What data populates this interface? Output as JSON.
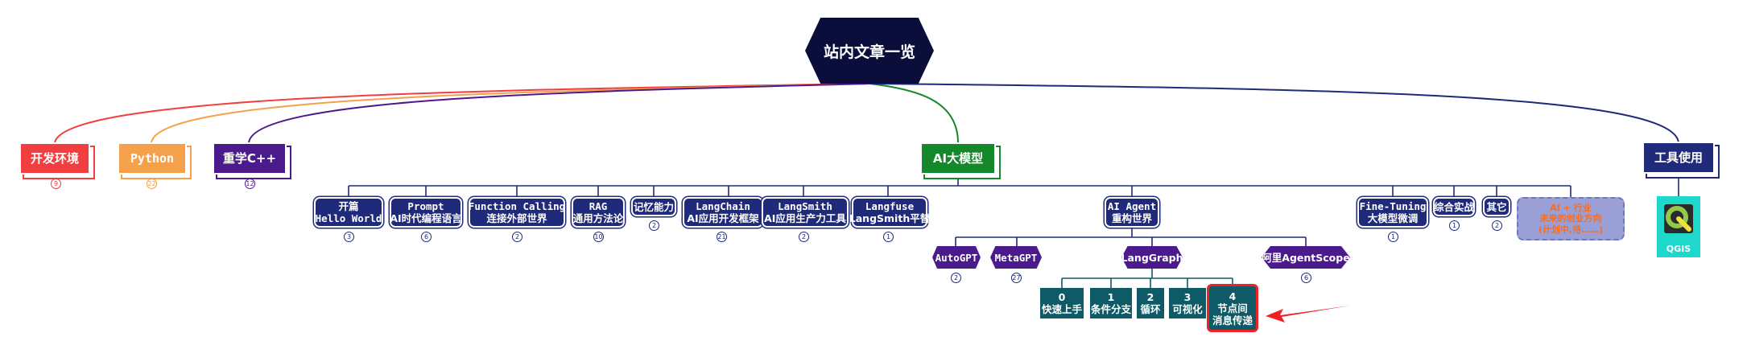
{
  "root": {
    "label": "站内文章一览"
  },
  "categories": {
    "dev_env": {
      "label": "开发环境",
      "count": "9",
      "color": "#f13f3f"
    },
    "python": {
      "label": "Python",
      "count": "22",
      "color": "#f5a04a"
    },
    "cpp": {
      "label": "重学C++",
      "count": "12",
      "color": "#4b1a8c"
    },
    "ai": {
      "label": "AI大模型",
      "color": "#14882b"
    },
    "tools": {
      "label": "工具使用",
      "color": "#1f2a7a"
    }
  },
  "ai_topics": [
    {
      "l1": "开篇",
      "l2": "Hello World",
      "count": "3"
    },
    {
      "l1": "Prompt",
      "l2": "AI时代编程语言",
      "count": "6"
    },
    {
      "l1": "Function Calling",
      "l2": "连接外部世界",
      "count": "2"
    },
    {
      "l1": "RAG",
      "l2": "通用方法论",
      "count": "10"
    },
    {
      "l1": "记忆能力",
      "l2": "",
      "count": "2"
    },
    {
      "l1": "LangChain",
      "l2": "AI应用开发框架",
      "count": "21"
    },
    {
      "l1": "LangSmith",
      "l2": "AI应用生产力工具",
      "count": "2"
    },
    {
      "l1": "Langfuse",
      "l2": "LangSmith平替",
      "count": "1"
    },
    {
      "l1": "AI Agent",
      "l2": "重构世界",
      "count": ""
    },
    {
      "l1": "Fine-Tuning",
      "l2": "大模型微调",
      "count": "1"
    },
    {
      "l1": "综合实战",
      "l2": "",
      "count": "1"
    },
    {
      "l1": "其它",
      "l2": "",
      "count": "2"
    }
  ],
  "ai_future": {
    "l1": "AI + 行业",
    "l2": "未来的创业方向",
    "l3": "(计划中,待……)",
    "color": "#ff6a1a"
  },
  "agents": [
    {
      "label": "AutoGPT",
      "count": "2"
    },
    {
      "label": "MetaGPT",
      "count": "27"
    },
    {
      "label": "LangGraph",
      "count": ""
    },
    {
      "label": "阿里AgentScope",
      "count": "6"
    }
  ],
  "langgraph_items": [
    {
      "num": "0",
      "label": "快速上手"
    },
    {
      "num": "1",
      "label": "条件分支"
    },
    {
      "num": "2",
      "label": "循环"
    },
    {
      "num": "3",
      "label": "可视化"
    },
    {
      "num": "4",
      "label": "节点间",
      "label2": "消息传递"
    }
  ],
  "tool_items": [
    {
      "label": "QGIS"
    }
  ],
  "colors": {
    "highlight": "#ee2222",
    "teal": "#0f5a67",
    "hex": "#4b1a8c",
    "future_bg": "#9aa0d6"
  }
}
